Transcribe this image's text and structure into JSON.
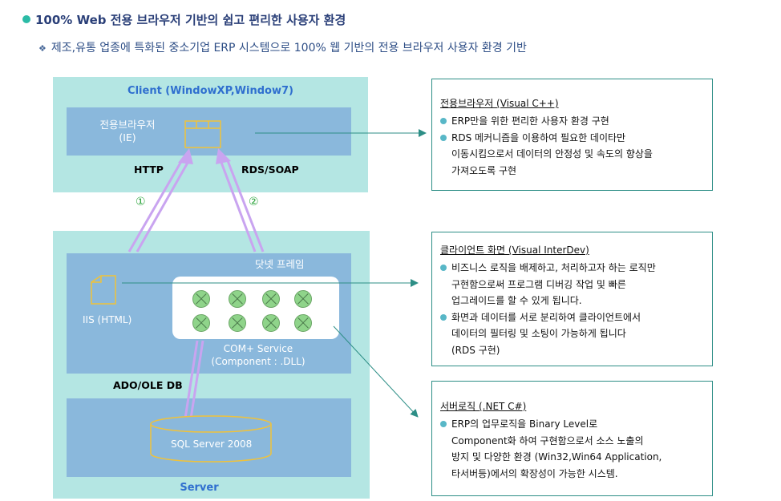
{
  "header": {
    "title": "100% Web 전용 브라우저 기반의 쉽고 편리한 사용자 환경",
    "subtitle_bullet": "❖",
    "subtitle": "제조,유통 업종에 특화된 중소기업 ERP 시스템으로  100% 웹 기반의 전용 브라우저 사용자 환경 기반"
  },
  "diagram": {
    "client_label": "Client (WindowXP,Window7)",
    "browser_label": "전용브라우저\n(IE)",
    "http_label": "HTTP",
    "rds_label": "RDS/SOAP",
    "arrow1_num": "①",
    "arrow2_num": "②",
    "net_frame_label": "닷넷 프레임",
    "iis_label": "IIS (HTML)",
    "com_label": "COM+ Service\n(Component : .DLL)",
    "ado_label": "ADO/OLE DB",
    "sql_label": "SQL Server 2008",
    "server_label": "Server",
    "component_icon": "component-circle-x-icon"
  },
  "boxes": [
    {
      "title": "전용브라우저 (Visual C++)",
      "lines": [
        {
          "bullet": true,
          "text": "ERP만을 위한 편리한 사용자 환경 구현"
        },
        {
          "bullet": true,
          "text": "RDS 메커니즘을 이용하여 필요한 데이타만"
        },
        {
          "bullet": false,
          "text": "이동시킴으로서 데이터의 안정성 및 속도의 향상을"
        },
        {
          "bullet": false,
          "text": "가져오도록 구현"
        }
      ]
    },
    {
      "title": "클라이언트 화면 (Visual InterDev)",
      "lines": [
        {
          "bullet": true,
          "text": "비즈니스 로직을 배제하고, 처리하고자 하는 로직만"
        },
        {
          "bullet": false,
          "text": "구현함으로써 프로그램 디버깅 작업 및 빠른"
        },
        {
          "bullet": false,
          "text": "업그레이드를 할 수 있게 됩니다."
        },
        {
          "bullet": true,
          "text": "화면과 데이터를 서로 분리하여 클라이언트에서"
        },
        {
          "bullet": false,
          "text": "데이터의 필터링 및 소팅이 가능하게 됩니다"
        },
        {
          "bullet": false,
          "text": "(RDS 구현)"
        }
      ]
    },
    {
      "title": "서버로직 (.NET C#)",
      "lines": [
        {
          "bullet": true,
          "text": "ERP의 업무로직을 Binary Level로"
        },
        {
          "bullet": false,
          "text": "Component화 하여 구현함으로서 소스 노출의"
        },
        {
          "bullet": false,
          "text": "방지 및 다양한 환경 (Win32,Win64 Application,"
        },
        {
          "bullet": false,
          "text": "타서버등)에서의 확장성이 가능한 시스템."
        }
      ]
    }
  ],
  "colors": {
    "outer_panel": "#b4e6e3",
    "inner_panel": "#8ab8dc",
    "accent_arrow": "#c9a4f0",
    "connector": "#2d8e86",
    "component": "#8fd48a"
  }
}
